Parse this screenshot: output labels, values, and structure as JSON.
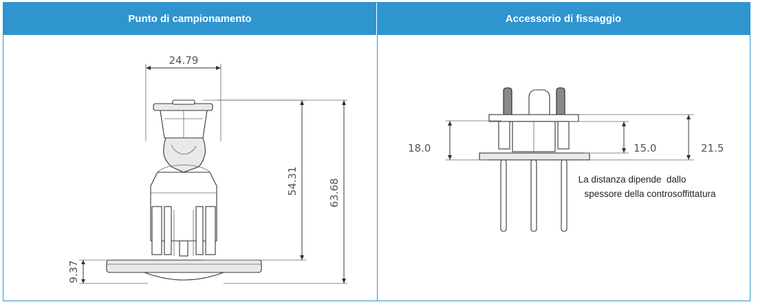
{
  "header": {
    "left_title": "Punto di campionamento",
    "right_title": "Accessorio di fissaggio"
  },
  "left_drawing": {
    "dimensions": {
      "width_top": "24.79",
      "height_inner": "54.31",
      "height_total": "63.68",
      "base_height": "9.37"
    }
  },
  "right_drawing": {
    "dimensions": {
      "left_height": "18.0",
      "mid_height": "15.0",
      "right_height": "21.5"
    },
    "note_line1": "La distanza dipende  dallo",
    "note_line2": "spessore della controsoffittatura"
  },
  "colors": {
    "header_bg": "#2f95cf",
    "header_text": "#ffffff",
    "border": "#2f95cf"
  }
}
